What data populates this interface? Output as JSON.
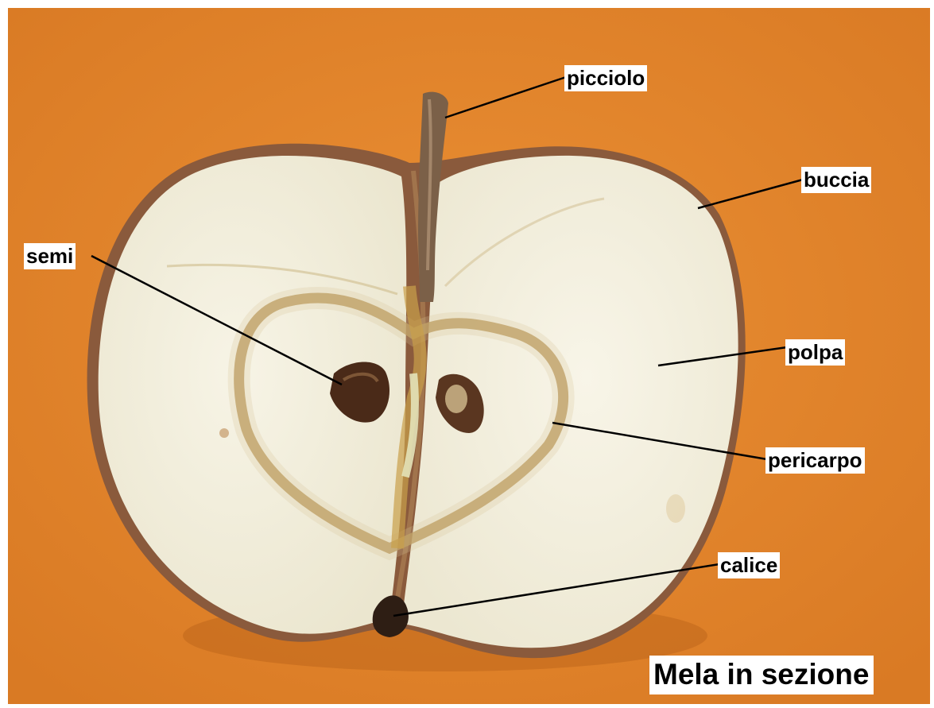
{
  "title": "Mela in sezione",
  "labels": {
    "picciolo": "picciolo",
    "buccia": "buccia",
    "semi": "semi",
    "polpa": "polpa",
    "pericarpo": "pericarpo",
    "calice": "calice"
  },
  "colors": {
    "background": "#e2852d",
    "flesh": "#f2eedd",
    "skin": "#8a5a3c",
    "core_line": "#b89658",
    "seed": "#4a2a18",
    "stem": "#7b6048",
    "leader": "#000000",
    "label_bg": "#ffffff"
  }
}
